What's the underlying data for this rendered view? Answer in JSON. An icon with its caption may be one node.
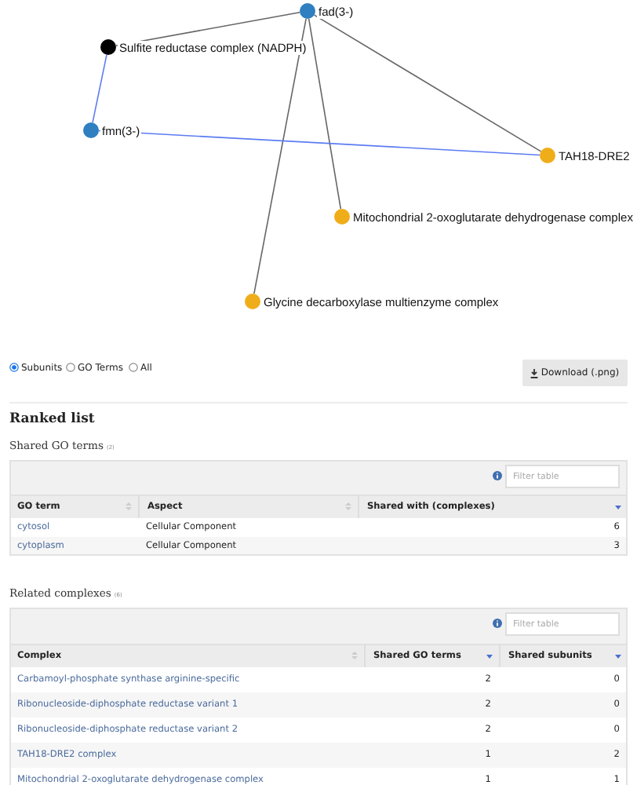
{
  "diagram": {
    "nodes": [
      {
        "text": [
          "fad(3-)"
        ]
      },
      {
        "text": [
          "Sulfite reductase complex (NADPH)"
        ]
      },
      {
        "text": [
          "fmn(3-)"
        ]
      },
      {
        "text": [
          "TAH18-DRE2"
        ]
      },
      {
        "text": [
          "Mitochondrial 2-oxoglutarate dehydrogenase complex"
        ]
      },
      {
        "text": [
          "Glycine decarboxylase multienzyme complex"
        ]
      }
    ],
    "edges": [
      {
        "from": 0,
        "to": 1,
        "arrow": "none"
      },
      {
        "from": 0,
        "to": 3,
        "arrow": "none"
      },
      {
        "from": 0,
        "to": 4,
        "arrow": "none"
      },
      {
        "from": 0,
        "to": 5,
        "arrow": "none"
      },
      {
        "from": 1,
        "to": 2,
        "arrow": "none",
        "color": "#5b7cf2"
      },
      {
        "from": 2,
        "to": 3,
        "arrow": "none",
        "color": "#5b7cf2"
      }
    ],
    "labels": [
      "Subunits",
      "GO Terms",
      "All",
      "Download (.png)",
      "Ranked list",
      "Shared GO terms",
      "(2)",
      "Filter table",
      "GO term",
      "Aspect",
      "Shared with (complexes)",
      "cytosol",
      "Cellular Component",
      "6",
      "cytoplasm",
      "Cellular Component",
      "3",
      "Related complexes",
      "(6)",
      "Filter table",
      "Complex",
      "Shared GO terms",
      "Shared subunits",
      "Carbamoyl-phosphate synthase arginine-specific",
      "2",
      "0",
      "Ribonucleoside-diphosphate reductase variant 1",
      "2",
      "0",
      "Ribonucleoside-diphosphate reductase variant 2",
      "2",
      "0",
      "TAH18-DRE2 complex",
      "1",
      "2",
      "Mitochondrial 2-oxoglutarate dehydrogenase complex",
      "1",
      "1"
    ]
  }
}
